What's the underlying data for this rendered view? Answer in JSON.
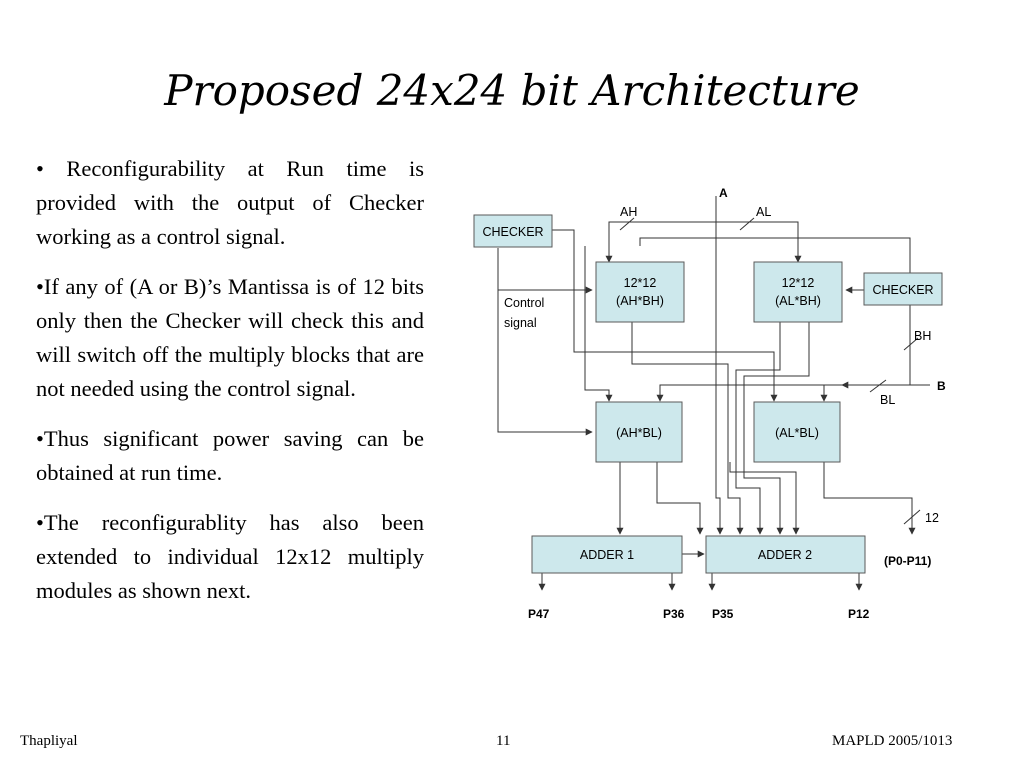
{
  "slide": {
    "title": "Proposed  24x24 bit Architecture",
    "bullets": [
      "• Reconfigurability at Run time is provided with the output of Checker working as a control signal.",
      "•If any of (A or B)’s Mantissa is of  12 bits  only then the Checker will check this and will switch off the multiply blocks that are not needed using the control signal.",
      "•Thus significant power saving can be obtained at  run time.",
      "•The reconfigurablity has also been extended to individual 12x12 multiply modules as shown next."
    ],
    "footer": {
      "left": "Thapliyal",
      "center": "11",
      "right": "MAPLD 2005/1013"
    }
  },
  "diagram": {
    "blocks": {
      "checker_top": "CHECKER",
      "checker_right": "CHECKER",
      "mult_ahbh_line1": "12*12",
      "mult_ahbh_line2": "(AH*BH)",
      "mult_albh_line1": "12*12",
      "mult_albh_line2": "(AL*BH)",
      "mult_ahbl": "(AH*BL)",
      "mult_albl": "(AL*BL)",
      "adder1": "ADDER  1",
      "adder2": "ADDER  2"
    },
    "labels": {
      "a": "A",
      "ah": "AH",
      "al": "AL",
      "bh": "BH",
      "b": "B",
      "bl": "BL",
      "control_line1": "Control",
      "control_line2": "signal",
      "width12": "12",
      "p0p11": "(P0-P11)",
      "p47": "P47",
      "p36": "P36",
      "p35": "P35",
      "p12": "P12"
    }
  }
}
